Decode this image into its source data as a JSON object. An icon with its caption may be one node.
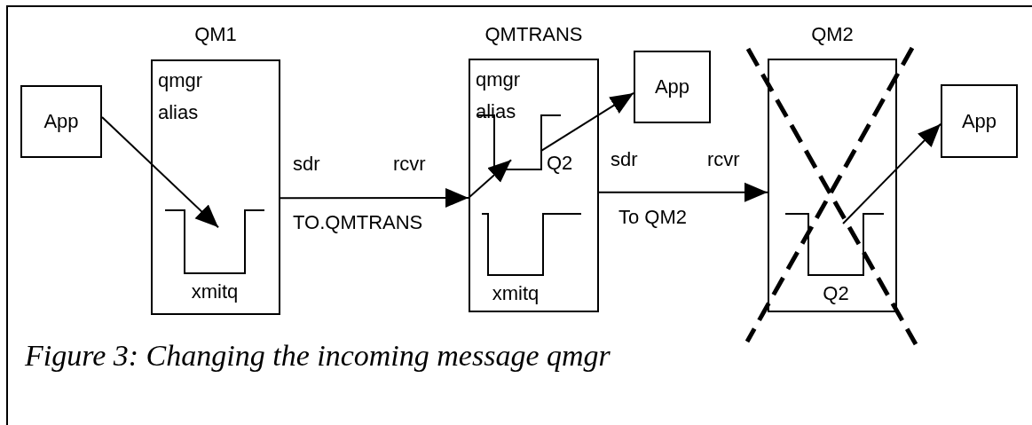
{
  "diagram": {
    "caption": "Figure 3: Changing the incoming message qmgr",
    "nodes": [
      {
        "text": [
          "App"
        ]
      },
      {
        "text": [
          "QM1",
          "qmgr alias"
        ]
      },
      {
        "text": [
          "xmitq"
        ],
        "in": 1
      },
      {
        "text": [
          "QMTRANS",
          "qmgr alias"
        ]
      },
      {
        "text": [
          "Q2"
        ],
        "in": 3
      },
      {
        "text": [
          "xmitq"
        ],
        "in": 3
      },
      {
        "text": [
          "App"
        ]
      },
      {
        "text": [
          "QM2"
        ]
      },
      {
        "text": [
          "Q2"
        ],
        "in": 7
      },
      {
        "text": [
          "App"
        ]
      }
    ],
    "edges": [
      {
        "from": 0,
        "to": 2,
        "arrow": "to"
      },
      {
        "from": 1,
        "to": 3,
        "arrow": "to",
        "label": "TO.QMTRANS"
      },
      {
        "from": 3,
        "to": 4,
        "arrow": "to"
      },
      {
        "from": 4,
        "to": 6,
        "arrow": "to"
      },
      {
        "from": 3,
        "to": 7,
        "arrow": "to",
        "label": "To QM2"
      },
      {
        "from": 8,
        "to": 9,
        "arrow": "to"
      }
    ],
    "labels": [
      "sdr",
      "rcvr",
      "sdr",
      "rcvr"
    ]
  }
}
